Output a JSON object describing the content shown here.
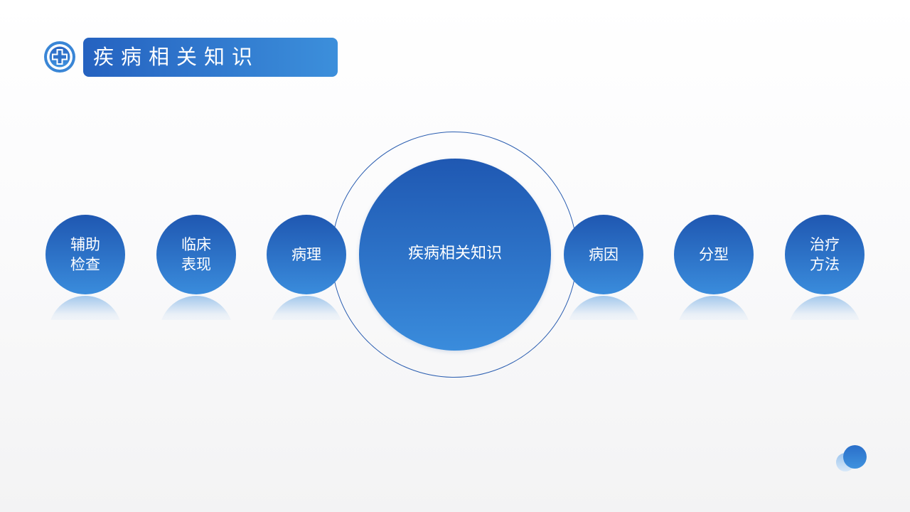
{
  "header": {
    "title": "疾病相关知识",
    "logo_icon": "medical-cross-logo-icon"
  },
  "center": {
    "label": "疾病相关知识"
  },
  "nodes": [
    {
      "label": "辅助\n检查"
    },
    {
      "label": "临床\n表现"
    },
    {
      "label": "病理"
    },
    {
      "label": "病因"
    },
    {
      "label": "分型"
    },
    {
      "label": "治疗\n方法"
    }
  ],
  "colors": {
    "accent_dark": "#1f57b1",
    "accent_light": "#3a8cdc",
    "ring": "#2a5db0",
    "text_on_accent": "#ffffff"
  }
}
